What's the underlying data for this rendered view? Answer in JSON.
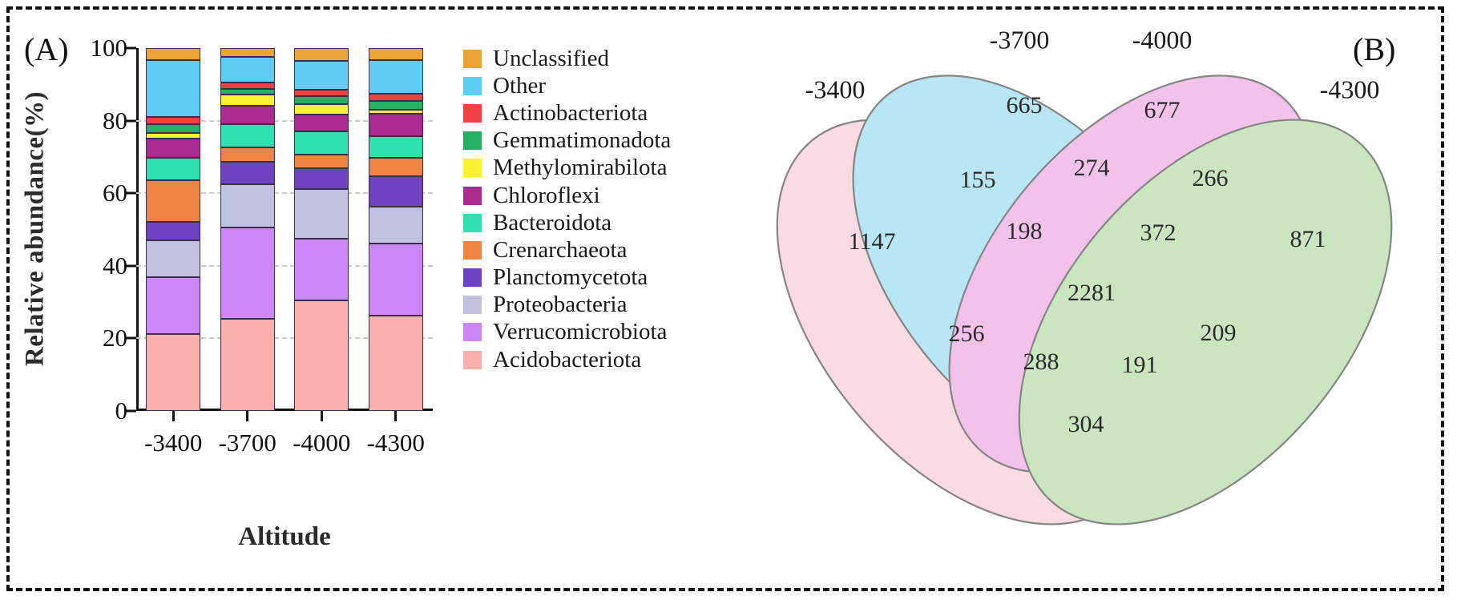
{
  "panels": {
    "a_tag": "(A)",
    "b_tag": "(B)"
  },
  "chart_data": [
    {
      "type": "bar",
      "title": "",
      "xlabel": "Altitude",
      "ylabel": "Relative abundance(%)",
      "ylim": [
        0,
        100
      ],
      "yticks": [
        "0",
        "20",
        "40",
        "60",
        "80",
        "100"
      ],
      "grid": true,
      "stacked": true,
      "legend_position": "right",
      "categories": [
        "-3400",
        "-3700",
        "-4000",
        "-4300"
      ],
      "series": [
        {
          "name": "Acidobacteriota",
          "color": "#f9afab",
          "values": [
            21.2,
            25.5,
            30.4,
            26.3
          ]
        },
        {
          "name": "Verrucomicrobiota",
          "color": "#cb87f5",
          "values": [
            15.7,
            25.0,
            17.1,
            19.8
          ]
        },
        {
          "name": "Proteobacteria",
          "color": "#c1c1e0",
          "values": [
            10.1,
            11.9,
            13.6,
            10.2
          ]
        },
        {
          "name": "Planctomycetota",
          "color": "#6f42c4",
          "values": [
            5.2,
            6.2,
            5.9,
            8.3
          ]
        },
        {
          "name": "Crenarchaeota",
          "color": "#ee8346",
          "values": [
            11.4,
            4.1,
            3.7,
            5.2
          ]
        },
        {
          "name": "Bacteroidota",
          "color": "#2fe0b0",
          "values": [
            6.1,
            6.3,
            6.4,
            5.9
          ]
        },
        {
          "name": "Chloroflexi",
          "color": "#ab2c8f",
          "values": [
            5.3,
            5.1,
            4.6,
            6.2
          ]
        },
        {
          "name": "Methylomirabilota",
          "color": "#f9f134",
          "values": [
            1.5,
            3.1,
            2.8,
            1.2
          ]
        },
        {
          "name": "Gemmatimonadota",
          "color": "#27b063",
          "values": [
            2.6,
            1.6,
            2.3,
            2.3
          ]
        },
        {
          "name": "Actinobacteriota",
          "color": "#f04046",
          "values": [
            2.0,
            1.7,
            1.7,
            2.1
          ]
        },
        {
          "name": "Other",
          "color": "#5dcdf4",
          "values": [
            15.6,
            7.0,
            8.0,
            9.2
          ]
        },
        {
          "name": "Unclassified",
          "color": "#e8a334",
          "values": [
            3.3,
            2.5,
            3.5,
            3.3
          ]
        }
      ],
      "legend_order": [
        "Unclassified",
        "Other",
        "Actinobacteriota",
        "Gemmatimonadota",
        "Methylomirabilota",
        "Chloroflexi",
        "Bacteroidota",
        "Crenarchaeota",
        "Planctomycetota",
        "Proteobacteria",
        "Verrucomicrobiota",
        "Acidobacteriota"
      ]
    },
    {
      "type": "venn",
      "sets": [
        "-3400",
        "-3700",
        "-4000",
        "-4300"
      ],
      "set_colors": [
        "#f6c6d0",
        "#8ed8ef",
        "#ed9ee0",
        "#a9d79a"
      ],
      "regions": [
        {
          "label": "-3400 only",
          "value": "1147"
        },
        {
          "label": "-3700 only",
          "value": "665"
        },
        {
          "label": "-4000 only",
          "value": "677"
        },
        {
          "label": "-4300 only",
          "value": "871"
        },
        {
          "label": "-3400 & -3700",
          "value": "155"
        },
        {
          "label": "-3700 & -4000",
          "value": "274"
        },
        {
          "label": "-4000 & -4300",
          "value": "266"
        },
        {
          "label": "-3400 & -4000",
          "value": "256"
        },
        {
          "label": "-3700 & -4300",
          "value": "209"
        },
        {
          "label": "-3400 & -4300",
          "value": "304"
        },
        {
          "label": "-3400 & -3700 & -4000",
          "value": "198"
        },
        {
          "label": "-3700 & -4000 & -4300",
          "value": "372"
        },
        {
          "label": "-3400 & -4000 & -4300",
          "value": "288"
        },
        {
          "label": "-3400 & -3700 & -4300",
          "value": "191"
        },
        {
          "label": "all four",
          "value": "2281"
        }
      ]
    }
  ],
  "venn_labels": {
    "s1": "-3400",
    "s2": "-3700",
    "s3": "-4000",
    "s4": "-4300"
  },
  "venn_numbers": {
    "only1": "1147",
    "only2": "665",
    "only3": "677",
    "only4": "871",
    "i12": "155",
    "i23": "274",
    "i34": "266",
    "i13": "256",
    "i24": "209",
    "i14": "304",
    "i123": "198",
    "i234": "372",
    "i134": "288",
    "i124": "191",
    "i1234": "2281"
  }
}
